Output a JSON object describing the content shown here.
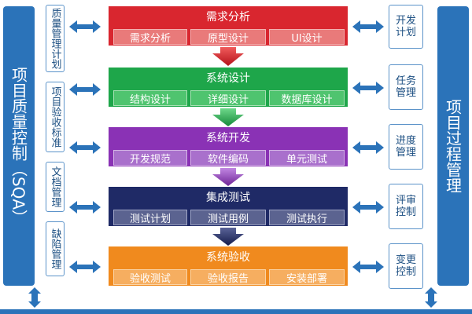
{
  "left": {
    "title": "项目质量控制（SQA）",
    "items": [
      {
        "label": "质量管理计划"
      },
      {
        "label": "项目验收标准"
      },
      {
        "label": "文档管理"
      },
      {
        "label": "缺陷管理"
      }
    ]
  },
  "right": {
    "title": "项目过程管理",
    "items": [
      {
        "label": "开发计划"
      },
      {
        "label": "任务管理"
      },
      {
        "label": "进度管理"
      },
      {
        "label": "评审控制"
      },
      {
        "label": "变更控制"
      }
    ]
  },
  "phases": [
    {
      "title": "需求分析",
      "subs": [
        "需求分析",
        "原型设计",
        "UI设计"
      ],
      "color": "#d9262f"
    },
    {
      "title": "系统设计",
      "subs": [
        "结构设计",
        "详细设计",
        "数据库设计"
      ],
      "color": "#1ea64a"
    },
    {
      "title": "系统开发",
      "subs": [
        "开发规范",
        "软件编码",
        "单元测试"
      ],
      "color": "#8a32b5"
    },
    {
      "title": "集成测试",
      "subs": [
        "测试计划",
        "测试用例",
        "测试执行"
      ],
      "color": "#1f2a66"
    },
    {
      "title": "系统验收",
      "subs": [
        "验收测试",
        "验收报告",
        "安装部署"
      ],
      "color": "#f08a1e"
    }
  ],
  "colors": {
    "band": "#2b73b9",
    "arrow_blue": "#2b73b9"
  }
}
